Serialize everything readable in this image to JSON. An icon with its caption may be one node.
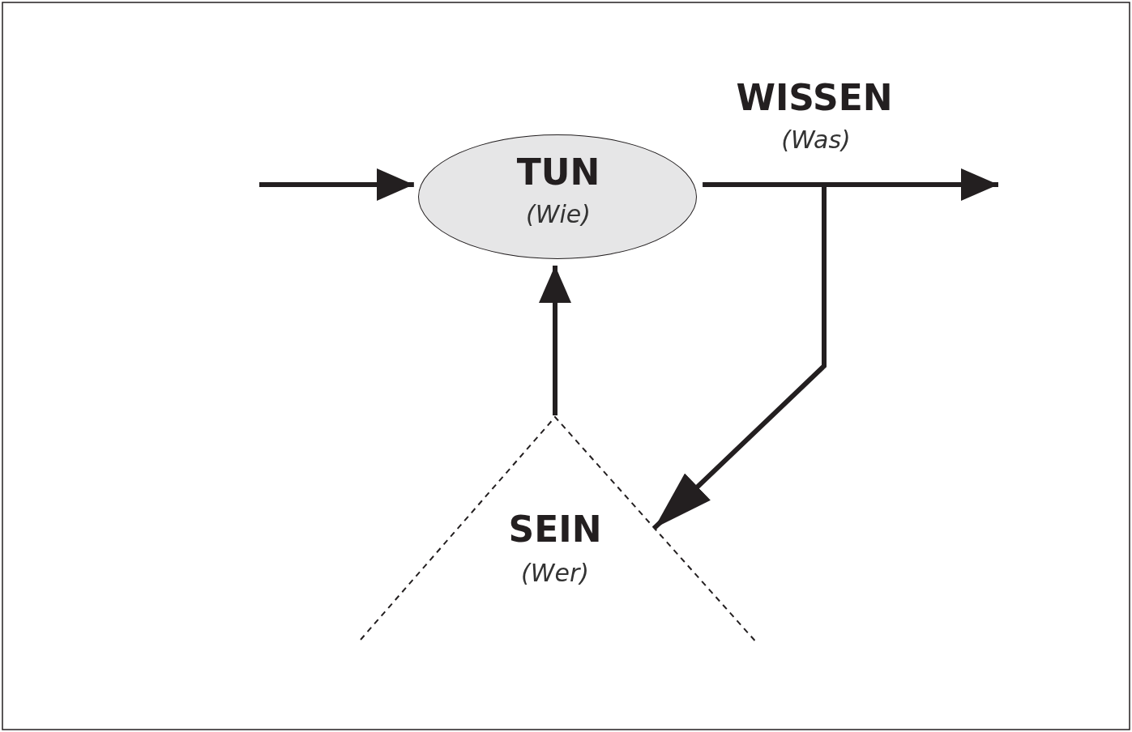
{
  "diagram": {
    "nodes": [
      {
        "text": [
          "TUN",
          "(Wie)"
        ]
      },
      {
        "text": [
          "SEIN",
          "(Wer)"
        ]
      }
    ],
    "edges": [
      {
        "from": null,
        "to": 0,
        "arrow": "to"
      },
      {
        "from": 0,
        "to": null,
        "arrow": "to"
      },
      {
        "from": 0,
        "to": 1,
        "arrow": "to"
      },
      {
        "from": 1,
        "to": 0,
        "arrow": "to"
      }
    ],
    "labels": [
      "WISSEN",
      "(Was)"
    ]
  }
}
